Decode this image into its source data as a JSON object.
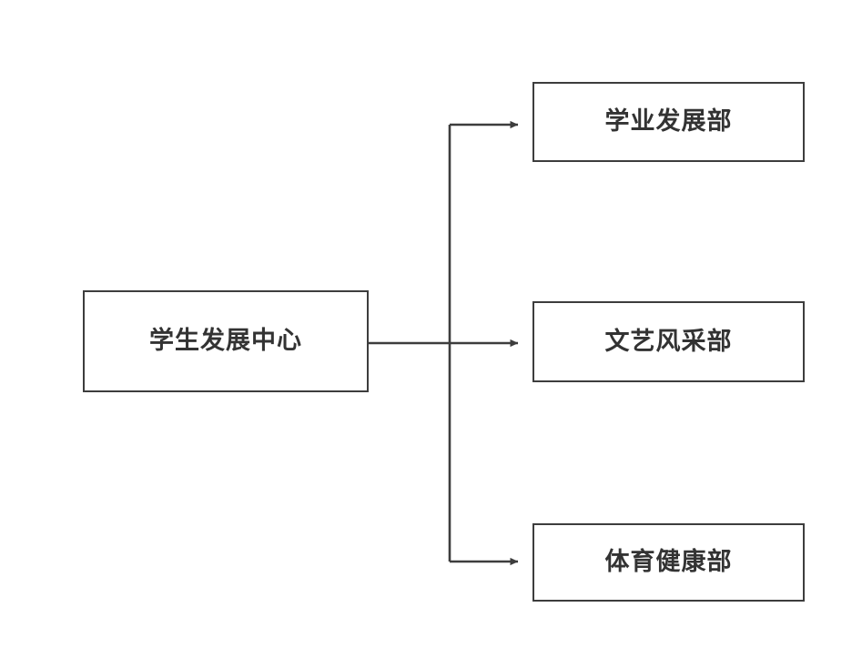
{
  "diagram": {
    "type": "org-chart",
    "orientation": "left-to-right",
    "background_color": "#ffffff",
    "node_border_color": "#3d3d3d",
    "node_fill_color": "#ffffff",
    "text_color": "#333333",
    "connector_color": "#3d3d3d",
    "root": {
      "label": "学生发展中心"
    },
    "children": [
      {
        "label": "学业发展部"
      },
      {
        "label": "文艺风采部"
      },
      {
        "label": "体育健康部"
      }
    ]
  }
}
